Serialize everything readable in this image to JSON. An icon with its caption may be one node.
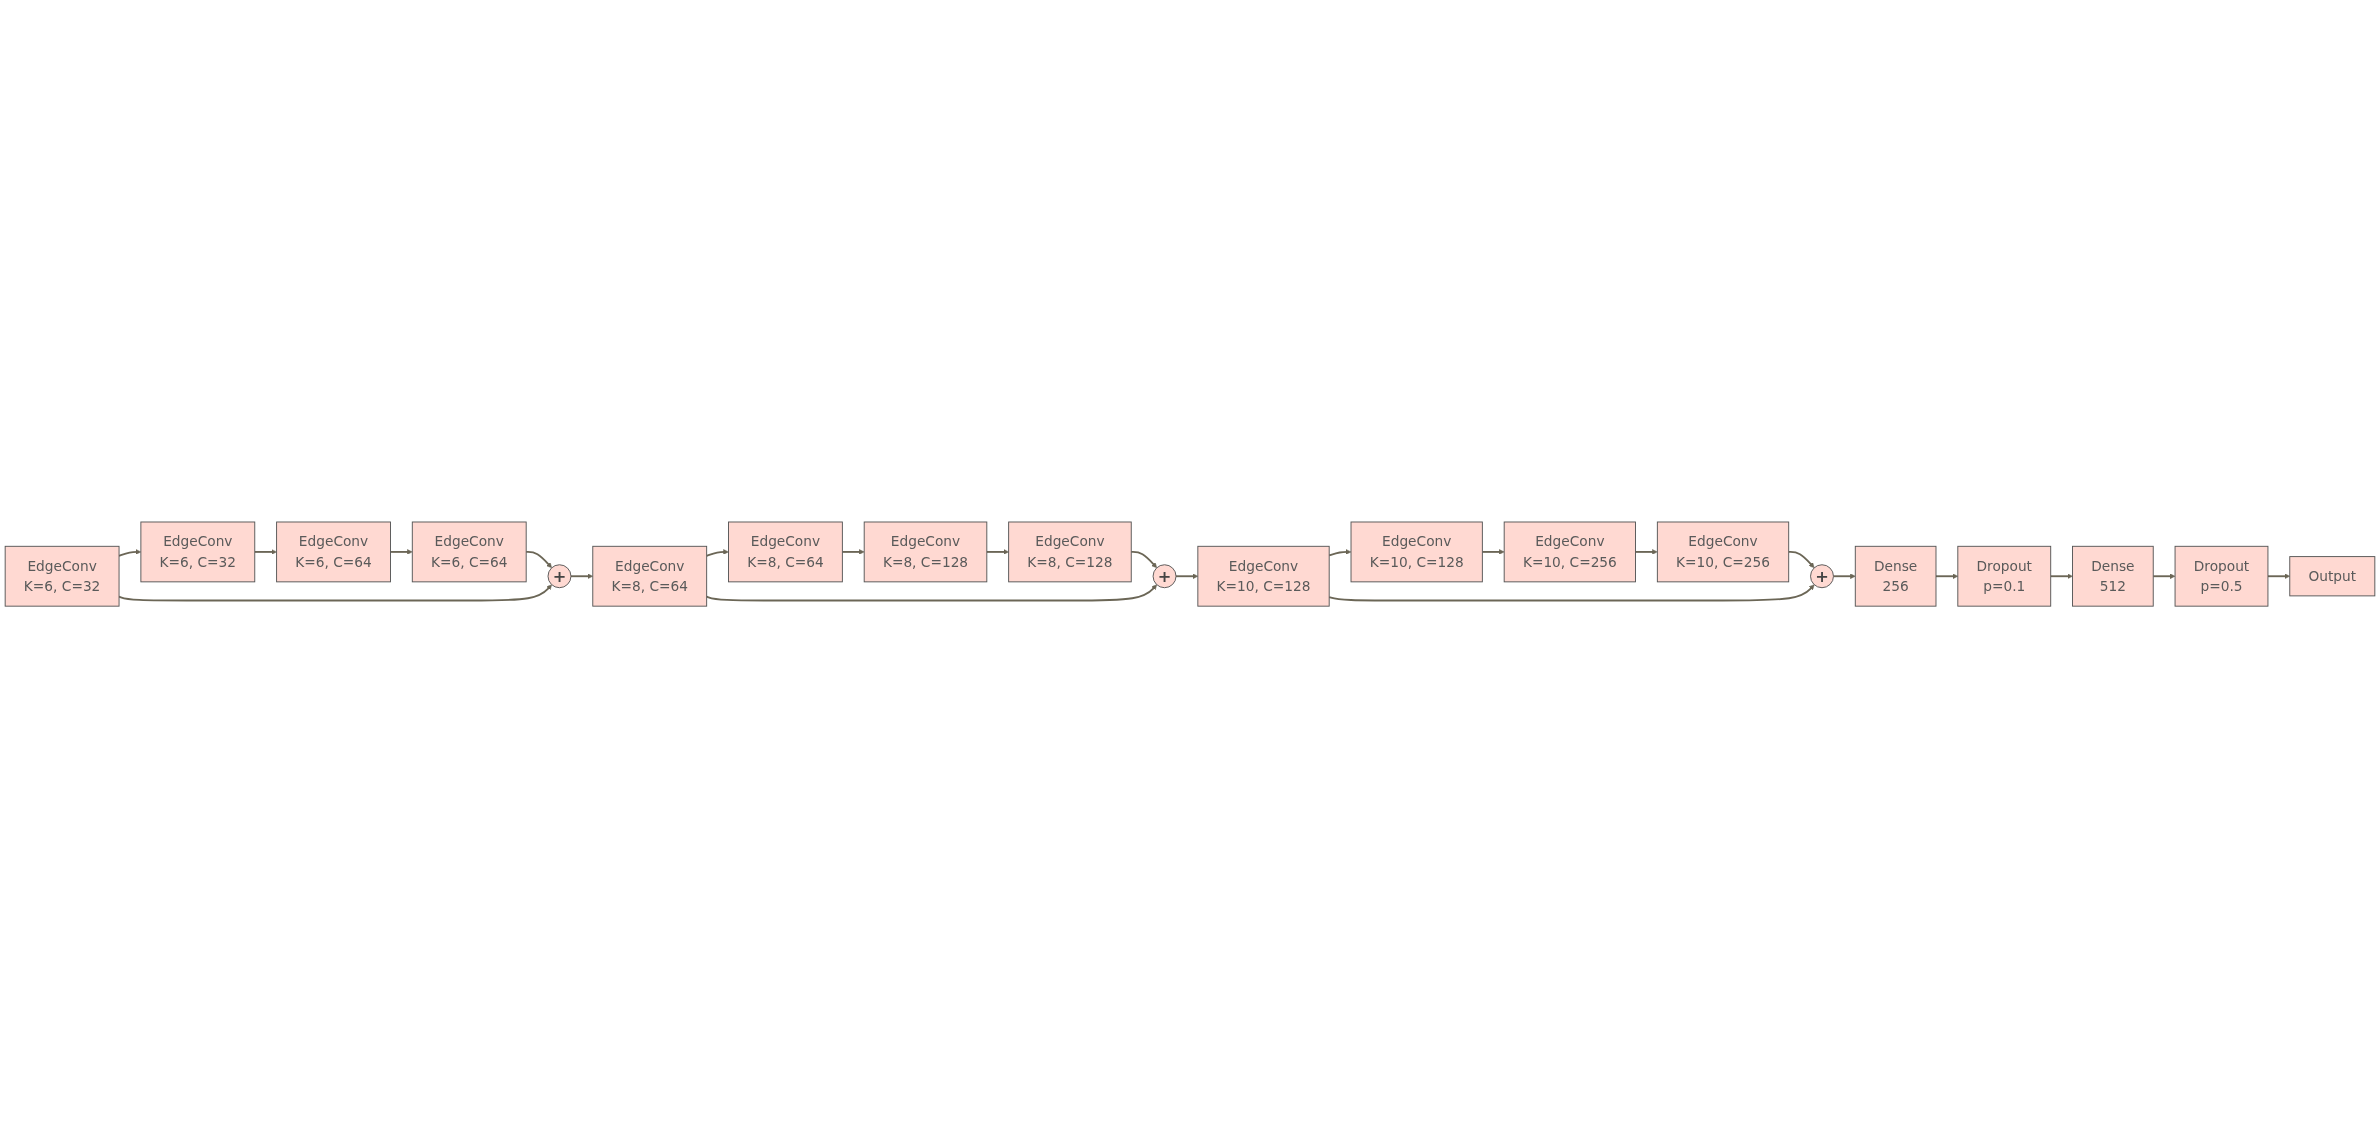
{
  "diagram": {
    "nodes": [
      {
        "text": [
          "EdgeConv",
          "K=6, C=32"
        ]
      },
      {
        "text": [
          "EdgeConv",
          "K=6, C=32"
        ]
      },
      {
        "text": [
          "EdgeConv",
          "K=6, C=64"
        ]
      },
      {
        "text": [
          "EdgeConv",
          "K=6, C=64"
        ]
      },
      {
        "text": [
          "+"
        ]
      },
      {
        "text": [
          "EdgeConv",
          "K=8, C=64"
        ]
      },
      {
        "text": [
          "EdgeConv",
          "K=8, C=64"
        ]
      },
      {
        "text": [
          "EdgeConv",
          "K=8, C=128"
        ]
      },
      {
        "text": [
          "EdgeConv",
          "K=8, C=128"
        ]
      },
      {
        "text": [
          "+"
        ]
      },
      {
        "text": [
          "EdgeConv",
          "K=10, C=128"
        ]
      },
      {
        "text": [
          "EdgeConv",
          "K=10, C=128"
        ]
      },
      {
        "text": [
          "EdgeConv",
          "K=10, C=256"
        ]
      },
      {
        "text": [
          "EdgeConv",
          "K=10, C=256"
        ]
      },
      {
        "text": [
          "+"
        ]
      },
      {
        "text": [
          "Dense",
          "256"
        ]
      },
      {
        "text": [
          "Dropout",
          "p=0.1"
        ]
      },
      {
        "text": [
          "Dense",
          "512"
        ]
      },
      {
        "text": [
          "Dropout",
          "p=0.5"
        ]
      },
      {
        "text": [
          "Output"
        ]
      }
    ],
    "edges": [
      {
        "from": 0,
        "to": 1,
        "arrow": "to"
      },
      {
        "from": 1,
        "to": 2,
        "arrow": "to"
      },
      {
        "from": 2,
        "to": 3,
        "arrow": "to"
      },
      {
        "from": 3,
        "to": 4,
        "arrow": "to"
      },
      {
        "from": 0,
        "to": 4,
        "arrow": "to"
      },
      {
        "from": 4,
        "to": 5,
        "arrow": "to"
      },
      {
        "from": 5,
        "to": 6,
        "arrow": "to"
      },
      {
        "from": 6,
        "to": 7,
        "arrow": "to"
      },
      {
        "from": 7,
        "to": 8,
        "arrow": "to"
      },
      {
        "from": 8,
        "to": 9,
        "arrow": "to"
      },
      {
        "from": 5,
        "to": 9,
        "arrow": "to"
      },
      {
        "from": 9,
        "to": 10,
        "arrow": "to"
      },
      {
        "from": 10,
        "to": 11,
        "arrow": "to"
      },
      {
        "from": 11,
        "to": 12,
        "arrow": "to"
      },
      {
        "from": 12,
        "to": 13,
        "arrow": "to"
      },
      {
        "from": 13,
        "to": 14,
        "arrow": "to"
      },
      {
        "from": 10,
        "to": 14,
        "arrow": "to"
      },
      {
        "from": 14,
        "to": 15,
        "arrow": "to"
      },
      {
        "from": 15,
        "to": 16,
        "arrow": "to"
      },
      {
        "from": 16,
        "to": 17,
        "arrow": "to"
      },
      {
        "from": 17,
        "to": 18,
        "arrow": "to"
      },
      {
        "from": 18,
        "to": 19,
        "arrow": "to"
      }
    ]
  }
}
